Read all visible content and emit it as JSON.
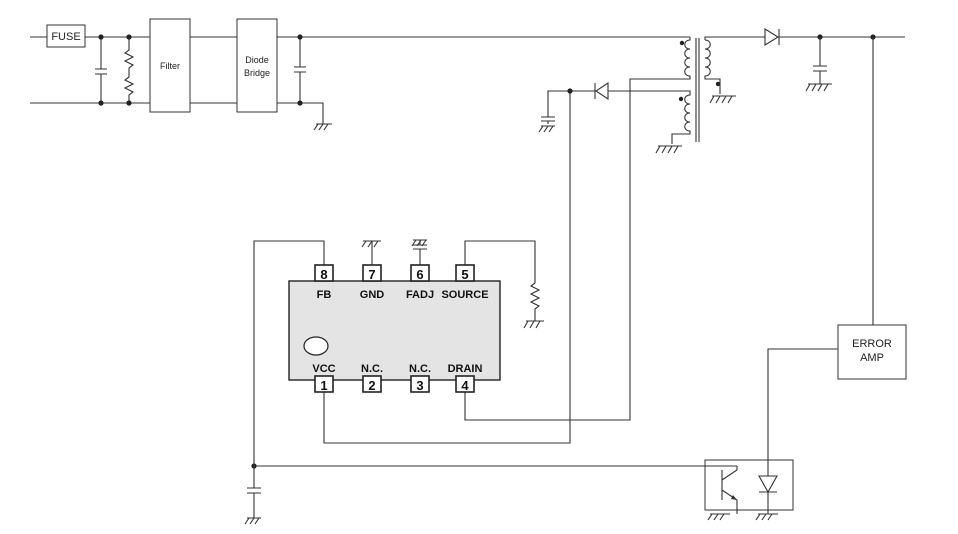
{
  "blocks": {
    "fuse": "FUSE",
    "filter": "Filter",
    "diode_bridge_line1": "Diode",
    "diode_bridge_line2": "Bridge",
    "error_amp_line1": "ERROR",
    "error_amp_line2": "AMP"
  },
  "ic": {
    "top_pins": [
      {
        "number": "8",
        "name": "FB"
      },
      {
        "number": "7",
        "name": "GND"
      },
      {
        "number": "6",
        "name": "FADJ"
      },
      {
        "number": "5",
        "name": "SOURCE"
      }
    ],
    "bottom_pins": [
      {
        "number": "1",
        "name": "VCC"
      },
      {
        "number": "2",
        "name": "N.C."
      },
      {
        "number": "3",
        "name": "N.C."
      },
      {
        "number": "4",
        "name": "DRAIN"
      }
    ]
  }
}
